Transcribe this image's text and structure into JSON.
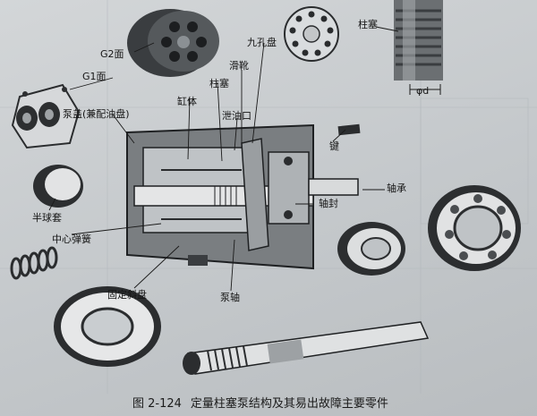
{
  "caption": {
    "number": "图 2-124",
    "text": "定量柱塞泵结构及其易出故障主要零件"
  },
  "labels": {
    "g2": "G2面",
    "g1": "G1面",
    "pump_cover": "泵盖(兼配油盘)",
    "cylinder": "缸体",
    "piston": "柱塞",
    "slipper": "滑靴",
    "nine_hole_plate": "九孔盘",
    "piston_right": "柱塞",
    "drain_port": "泄油口",
    "key": "键",
    "bearing": "轴承",
    "shaft_seal": "轴封",
    "hemisphere_sleeve": "半球套",
    "center_spring": "中心弹簧",
    "fixed_swashplate": "固定斜盘",
    "pump_shaft": "泵轴",
    "phi_d": "φd"
  }
}
